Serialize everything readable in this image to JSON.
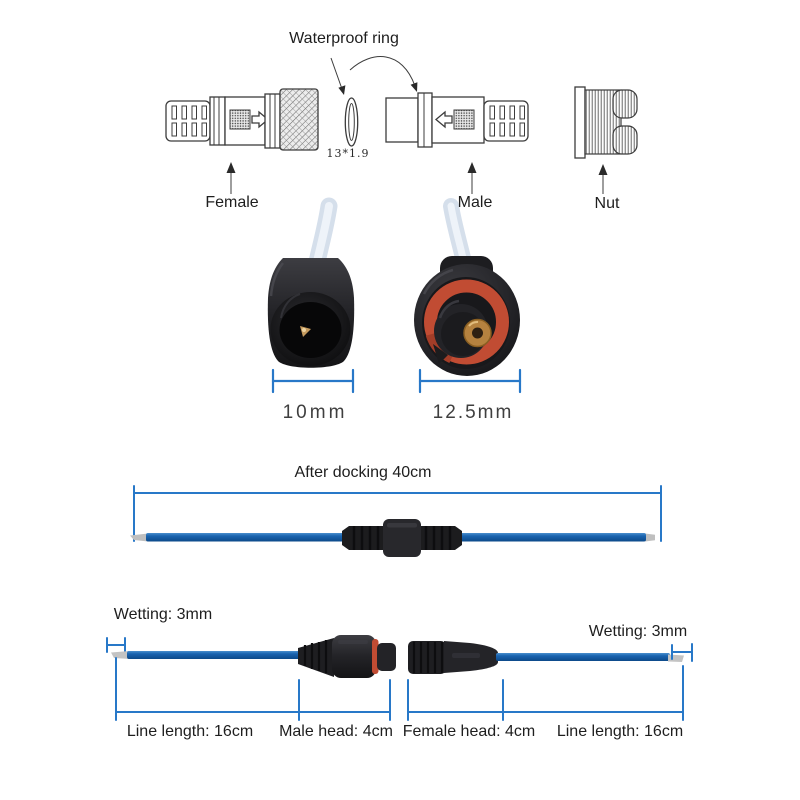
{
  "diagram": {
    "waterproof_ring_label": "Waterproof ring",
    "ring_size": "13*1.9",
    "female_label": "Female",
    "male_label": "Male",
    "nut_label": "Nut"
  },
  "measurements": {
    "female_diameter": "10mm",
    "male_diameter": "12.5mm",
    "after_docking": "After docking 40cm",
    "wetting_left": "Wetting: 3mm",
    "wetting_right": "Wetting: 3mm",
    "line_length_left": "Line length: 16cm",
    "male_head": "Male head: 4cm",
    "female_head": "Female head: 4cm",
    "line_length_right": "Line length: 16cm"
  },
  "colors": {
    "dimension_blue": "#2878c8",
    "cable_blue": "#1a64b0",
    "seal_red": "#c14c33",
    "contact_gold": "#b5823f",
    "text": "#1e1e1e"
  }
}
